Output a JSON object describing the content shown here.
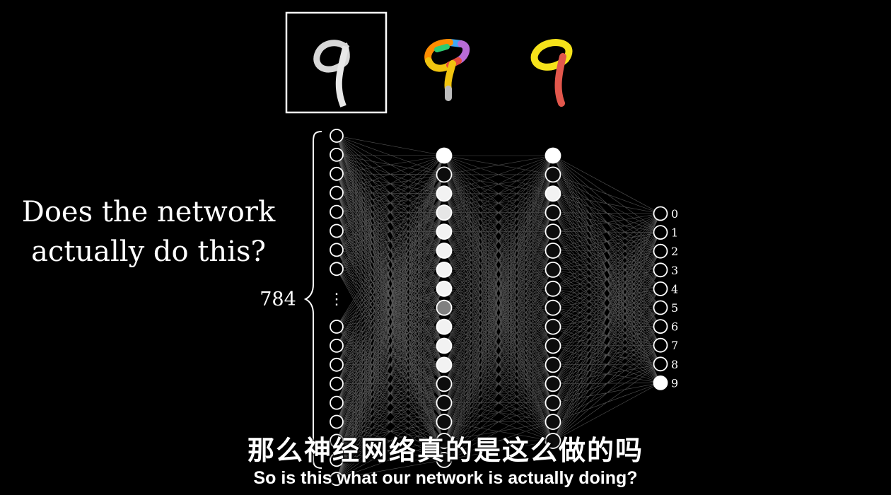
{
  "question": {
    "line1": "Does the network",
    "line2": "actually do this?"
  },
  "network": {
    "input_count_label": "784",
    "input_dots": "⋮",
    "input_neurons_visible": 17,
    "hidden_layer_1": [
      1.0,
      0.05,
      0.95,
      0.9,
      0.95,
      0.95,
      0.95,
      0.95,
      0.5,
      0.95,
      0.95,
      0.95,
      0.05,
      0.05,
      0.05,
      0.05,
      0.05
    ],
    "hidden_layer_2": [
      1.0,
      0.05,
      0.95,
      0.05,
      0.05,
      0.05,
      0.05,
      0.05,
      0.05,
      0.05,
      0.05,
      0.05,
      0.05,
      0.05,
      0.05,
      0.05
    ],
    "output_labels": [
      "0",
      "1",
      "2",
      "3",
      "4",
      "5",
      "6",
      "7",
      "8",
      "9"
    ],
    "output_activations": [
      0,
      0,
      0,
      0,
      0,
      0,
      0,
      0,
      0,
      1
    ]
  },
  "images": {
    "digit": "9",
    "part_colors": [
      "#e74c3c",
      "#f1c40f",
      "#3fa9f5",
      "#b86bd6",
      "#2ecc71",
      "#ff8c00"
    ],
    "loop_color": "#f5e21a",
    "stroke_color": "#e2574c"
  },
  "subtitles": {
    "chinese": "那么神经网络真的是这么做的吗",
    "english": "So is this what our network is actually doing?"
  }
}
